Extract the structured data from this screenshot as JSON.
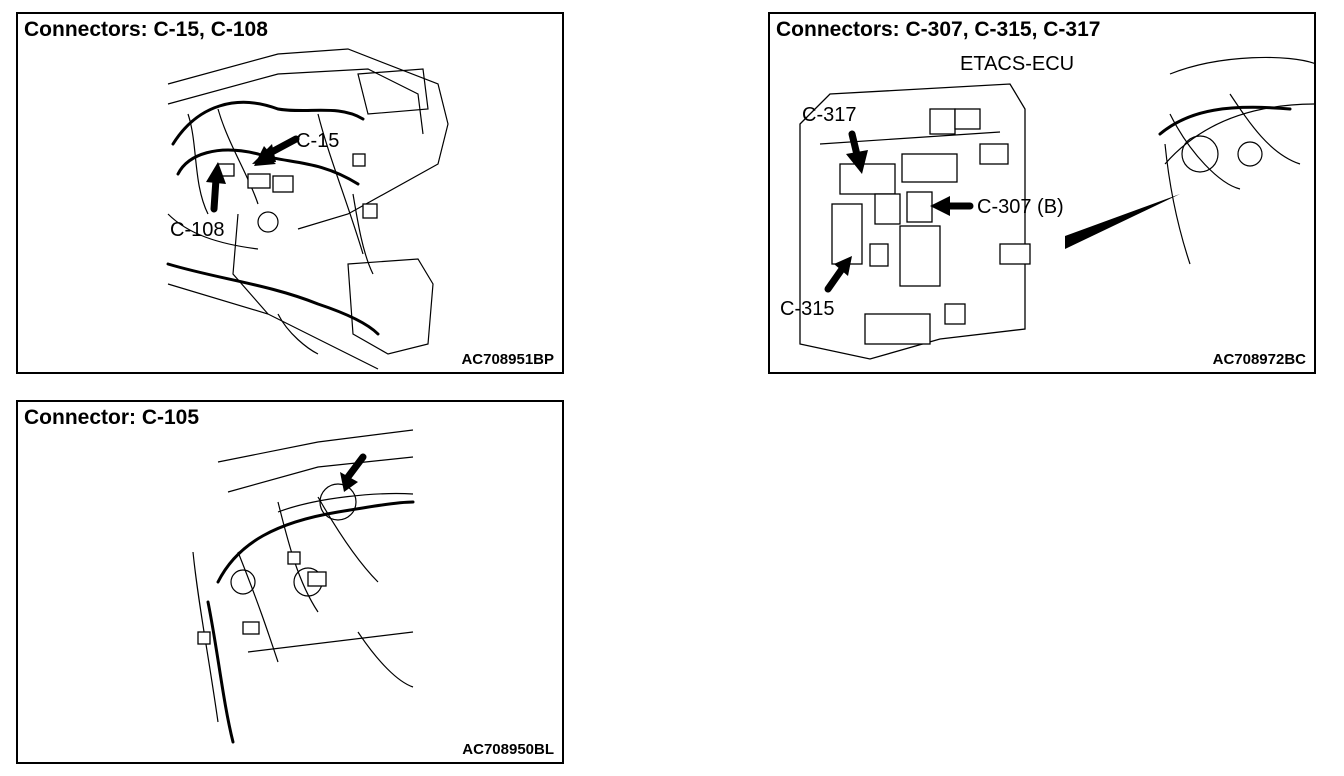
{
  "panel1": {
    "title": "Connectors: C-15, C-108",
    "label_c15": "C-15",
    "label_c108": "C-108",
    "code": "AC708951BP"
  },
  "panel2": {
    "title": "Connectors: C-307, C-315, C-317",
    "subtitle": "ETACS-ECU",
    "label_c317": "C-317",
    "label_c307": "C-307 (B)",
    "label_c315": "C-315",
    "code": "AC708972BC"
  },
  "panel3": {
    "title": "Connector: C-105",
    "code": "AC708950BL"
  }
}
